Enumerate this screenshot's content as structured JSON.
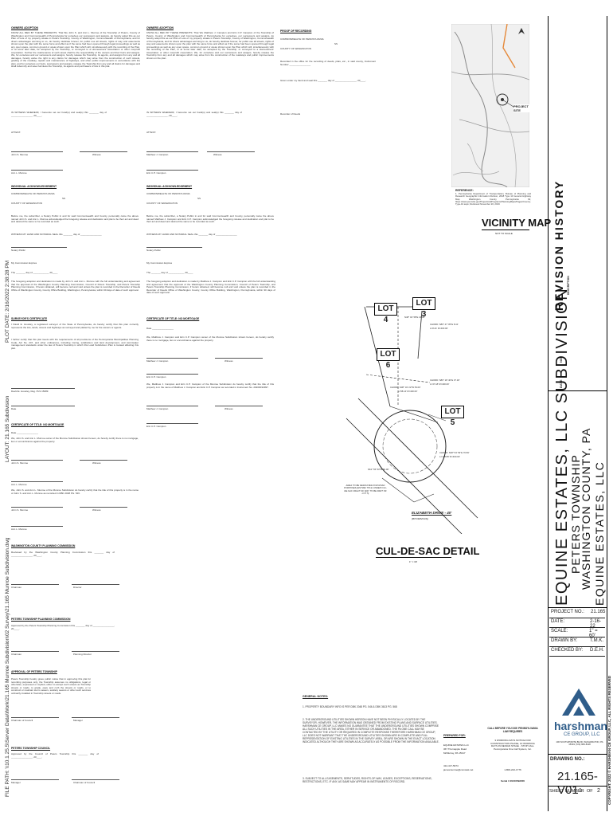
{
  "col1": {
    "owners_adoption_heading": "OWNERS ADOPTION",
    "owners_adoption_text": "KNOW ALL MEN BY THESE PRESENTS: That We John S. and Ann L. Munroe of the Township of Peters, County of Washington and Commonwealth of Pennsylvania for ourselves our successors and assigns, do hereby adopt this as our Plan of Lots of my property situate in Peters Township, County of Washington, Commonwealth of Pennsylvania, and for divers advantages accruing to us, do hereby dedicate forever, for public use all streets, rights of way and easements shown upon the plan with the same force and effect as if the same had been opened through legal proceedings as well as any open space, common ground or areas shown upon the Plan which will, simultaneously with the recording of the Plan, or at some later date, be accepted by the Township, or conveyed to a Homeowners' Association or other nonprofit corporation. Further the maintenance of such areas shall be the responsibility of the owners and their heirs and assigns. We, for ourselves and our successors and assigns, hereby release the Township, its agents, and assigns from any and all damages, hereby waive the right to any claims for damages which may arise from the construction of such streets, grading of the roadway, repairs and maintenance of highways, and other public improvements in accordance with the plan, and for ourselves our heirs, successors and assigns, release the Township from any and all claims for damages and shall indemnify and save harmless the Township, its agents and purchasers of lots in this plat.",
    "in_witness": "IN WITNESS WHEREOF, I hereunto set our hand(s) and seal(s) this _______ day of ________________, 20____.",
    "attest": "ATTEST:",
    "sig1": "John S. Munroe",
    "witness1": "Witness",
    "sig2": "Ann L. Munroe",
    "individual_ack_heading": "INDIVIDUAL ACKNOWLEDGEMENT",
    "commonwealth": "COMMONWEALTH OF PENNSYLVANIA",
    "ss": "SS",
    "county": "COUNTY OF WASHINGTON",
    "ack_text": "Before me, the subscriber, a Notary Public in and for said Commonwealth and County, personally came the above named John S. and Ann L. Munroe acknowledged the foregoing release and dedication and plat to be their act and deed and desired the same to be recorded as such.",
    "witness_hand": "WITNESS MY HAND AND NOTARIAL SEAL this _______ day of ________________",
    "notary_public": "Notary Public",
    "my_commission": "My Commission Expires",
    "the_day": "The _______ day of ____________ 20____",
    "foregoing_text": "The foregoing adoption and dedication is made by John S. and Ann L. Munroe with the full understanding and agreement that the approval of the Washington County Planning Commission, Council of Peters Township, and Peters Township Planning Commission, if herein obtained, will become null and void unless the plan is recorded in the Recorder of Deeds Office of Washington County, County Office Building, Washington, Pennsylvania, within 90 days of date of such approval.",
    "surveyors_heading": "SURVEYOR'S CERTIFICATE",
    "surveyors_text": "I David E. Housley, a registered surveyor of the State of Pennsylvania, do hereby certify that this plan correctly represents the lots, lands, streets and highways as surveyed and platted by me for the owners or agents.",
    "surveyors_text2": "I further certify that this plat meets with the requirements of all provisions of the Pennsylvania Municipalities Planning Code, Act No. 247, and other ordinances, including zoning, subdivision and land development, and stormwater management standards under the law of Peters Township in which this Land Subdivision Plan is located affecting this plat.",
    "surveyor_sig": "David E. Housley, Reg. PLS 15089",
    "date_label": "Date",
    "cert_title_heading": "CERTIFICATE OF TITLE: NO MORTGAGE",
    "cert_title_date": "Date ________________",
    "cert_title_text": "We, John S. and Ann L. Munroe owner of the Munroe Subdivision shown hereon, do hereby certify there is no mortgage, lien or encumbrance against the property.",
    "sig3": "John S. Munroe",
    "witness3": "Witness",
    "sig4": "Ann L. Munroe",
    "cert_title_text2": "We, John S. and Ann L. Munroe of the Munroe Subdivision do hereby certify that the title of this property is in the name of John S. and Ann L. Munroe as recorded in DBK 2048 PG. 546.",
    "sig5": "John S. Munroe",
    "witness5": "Witness",
    "sig6": "Ann L. Munroe",
    "wcpc_heading": "WASHINGTON COUNTY PLANNING COMMISSION",
    "wcpc_text": "Reviewed by the Washington County Planning Commission this _______ day of ________________, 20____.",
    "chairman": "Chairman",
    "director": "Director",
    "ptpc_heading": "PETERS TOWNSHIP PLANNING COMMISSION",
    "ptpc_text": "Approved by the Peters Township Planning Commission this _______ day of ________________, 20____.",
    "chairman2": "Chairman",
    "planning_director": "Planning Director",
    "approval_heading": "APPROVAL OF PETERS TOWNSHIP",
    "approval_text": "Peters Township hereby gives public notice that in approving this plat for recording purposes only, the Township assumes no obligations, legal or otherwise, expressed or implied, either to accept such streets as Township streets or roads, to grade, pave and curb the streets or roads, or to construct or maintain storm sewers, sanitary sewers or other such services ordinarily installed in Township streets or roads.",
    "chairman_council": "Chairman of Council",
    "manager": "Manager",
    "ptc_heading": "PETERS TOWNSHIP COUNCIL",
    "ptc_text": "Approved by the Council of Peters Township this _______ day of ________________, 20____.",
    "manager2": "Manager",
    "chairman_council2": "Chairman of Council"
  },
  "col2": {
    "owners_adoption_heading": "OWNERS ADOPTION",
    "owners_adoption_text": "KNOW ALL MEN BY THESE PRESENTS: That We Matthew J. Campion and Erin C.P. Campion of the Township of Peters, County of Washington and Commonwealth of Pennsylvania for ourselves, our successors and assigns, do hereby adopt this as our Plan of Lots of my property situate in Peters Township, County of Washington, Commonwealth of Pennsylvania, and for divers advantages accruing to us, do hereby dedicate forever, for public use all streets, rights of way and easements shown upon the plan with the same force and effect as if the same had been opened through legal proceedings as well as any open space, common ground or areas shown upon the Plan which will, simultaneously with the recording of the Plan, or at some later date, be accepted by the Township, or conveyed to a Homeowners' Association or other nonprofit corporation. We, for ourselves and our successors and assigns, hereby release the Township from any and all damages which may arise from the construction of the roadways and public improvements shown on the plan.",
    "in_witness": "IN WITNESS WHEREOF, I hereunto set our hand(s) and seal(s) this _______ day of ________________, 20____.",
    "attest": "ATTEST:",
    "sig1": "Matthew J. Campion",
    "witness1": "Witness",
    "sig2": "Erin C.P. Campion",
    "individual_ack_heading": "INDIVIDUAL ACKNOWLEDGEMENT",
    "commonwealth": "COMMONWEALTH OF PENNSYLVANIA",
    "ss": "SS",
    "county": "COUNTY OF WASHINGTON",
    "ack_text": "Before me, the subscriber, a Notary Public in and for said Commonwealth and County, personally came the above named Matthew J. Campion and Erin C.P. Campion acknowledged the foregoing release and dedication and plat to be their act and deed and desired the same to be recorded as such.",
    "witness_hand": "WITNESS MY HAND AND NOTARIAL SEAL this _______ day of ________________",
    "notary_public": "Notary Public",
    "my_commission": "My Commission Expires",
    "the_day": "The _______ day of ____________ 20____",
    "foregoing_text": "The foregoing adoption and dedication is made by Matthew J. Campion and Erin C.P. Campion with the full understanding and agreement that the approval of the Washington County Planning Commission, Council of Peters Township, and Peters Township Planning Commission, if herein obtained, will become null and void unless the plan is recorded in the Recorder of Deeds Office of Washington County, County Office Building, Washington, Pennsylvania, within 90 days of date of such approval.",
    "cert_title_heading": "CERTIFICATE OF TITLE: NO MORTGAGE",
    "cert_title_date": "Date ________________",
    "cert_title_text": "We, Matthew J. Campion and Erin C.P. Campion owner of the Munroe Subdivision shown hereon, do hereby certify there is no mortgage, lien or encumbrance against the property.",
    "sig3": "Matthew J. Campion",
    "witness3": "Witness",
    "sig4": "Erin C.P. Campion",
    "cert_title_text2": "We, Matthew J. Campion and Erin C.P. Campion of the Munroe Subdivision do hereby certify that the title of this property is in the name of Matthew J. Campion and Erin C.P. Campion as recorded in Instrument No. 20200032997.",
    "sig5": "Matthew J. Campion",
    "witness5": "Witness",
    "sig6": "Erin C.P. Campion"
  },
  "col3": {
    "proof_heading": "PROOF OF RECORDING",
    "commonwealth": "COMMONWEALTH OF PENNSYLVANIA",
    "ss": "SS",
    "county": "COUNTY OF WASHINGTON",
    "recorded_text": "Recorded in the office for the recording of deeds, plats, etc., in said county, Instrument Number ________________",
    "given_text": "Given under my hand and seal this _______ day of ________________, 20____.",
    "recorder": "Recorder of Deeds"
  },
  "vicinity": {
    "project_site": "PROJECT SITE",
    "reference_heading": "REFERENCE:",
    "reference_text": "1. Pennsylvania Department of Transportation, Bureau of Planning and Research Geographic Information Division, 2018 Type 10 General Highway Map Washington County Pennsylvania 62; https://www.penndot.gov/ProjectAndPrograms/PlanningMaps/Pages/County-Type-10.aspx; Retrieved November 20, 2019",
    "title": "VICINITY MAP",
    "scale": "NOT TO SCALE"
  },
  "detail": {
    "lot4": "LOT 4",
    "lot3": "LOT 3",
    "lot6": "LOT 6",
    "lot5": "LOT 5",
    "bearing1": "N48° 04' 58\"E 40.00'",
    "chord1": "CHORD: S86° 47' 05\"E 8.41'",
    "chord1b": "L=8.41' R=400.00'",
    "chord2": "CHORD: N38° 34' 22\"W 53.00'",
    "chord2b": "L=58.14' R=400.00'",
    "chord3": "CHORD: S86° 18' 40\"E 37.18'",
    "chord3b": "L=37.18' R=400.00'",
    "chord4": "CHORD: S38° 54' 53\"E 70.83'",
    "chord4b": "L=138.86' R=400.00'",
    "bearing2": "N61° 55' 53\"W 50.00'",
    "dedicate": "AREA TO BE DEDICATED FOR ROAD PURPOSES (ENTIRE TITLE UNDER CUL-DE-SAC RIGHT OF WAY TO BE PART OF LOT 5)",
    "elizabeth": "ELIZABETH DRIVE - 40'",
    "bituminous": "(BITUMINOUS)",
    "title": "CUL-DE-SAC DETAIL",
    "scale": "1\" = 30'"
  },
  "notes": {
    "heading": "GENERAL NOTES:",
    "n1": "1. PROPERTY BOUNDARY INFO IS PER DBK 2048 PG. 546 & DBK 3613 PG. 568",
    "n2": "2. THE UNDERGROUND UTILITIES SHOWN HEREON HAVE NOT BEEN PHYSICALLY LOCATED BY THE SURVEYOR, HOWEVER, THE INFORMATION WAS OBTAINED FROM EXISTING PLANS AND SURFACE UTILITIES. HARSHMAN CE GROUP, LLC MAKES NO GUARANTEE THAT THE UNDERGROUND UTILITIES SHOWN COMPRISE ALL SUCH UTILITIES IN THE AREA, EITHER IN SERVICE OR ABANDONED. THE PA ONE CALL MAY BE CONTACTED BY THE UTILITY OR REQUIRED IN COMPLETE RESPONSE THEREFORE HARSHMAN CE GROUP, LLC DOES NOT WARRANT THAT THE UNDERGROUND UTILITIES SHOWN ARE IN COMPLETE AND FULL REPRESENTATION OF EXISTING UTILITIES IN THE SURVEY AREA, OR ARE SHOWN IN THE EXACT LOCATION INDICATED ALTHOUGH THEY ARE SHOWN AS ACCURATELY AS POSSIBLE FROM THE INFORMATION AVAILABLE.",
    "n3": "3. SUBJECT TO ALL EASEMENTS, SERVITUDES, RIGHTS-OF-WAY, LEASES, EXCEPTIONS, RESERVATIONS, RESTRICTIONS, ETC. IF ANY, AS SAME MAY APPEAR IN INSTRUMENTS OF RECORD.",
    "prepared_for": "PREPARED FOR:",
    "client": "EQUINE ESTATES LLC",
    "client_addr1": "367 Thornapple Road",
    "client_addr2": "McMurray, PA 15317",
    "client_phone": "412-417-5974",
    "client_email": "jamesmunroe@comcast.net",
    "call_before": "CALL BEFORE YOU DIG! PENNSYLVANIA LAW REQUIRES",
    "call_text": "3 WORKING DAYS NOTICE FOR CONSTRUCTION PHASE, 10 WORKING DAYS IN DESIGN STAGE - STOP CALL Pennsylvania One Call System, Inc.",
    "call_phone": "1-800-242-1776",
    "serial": "Serial # 20210592206"
  },
  "right_strip": {
    "plot_date": "PLOT DATE: 2/16/2022 2:38:28 PM",
    "layout": "LAYOUT: 21.165 Subdivision",
    "file_path": "FILE PATH: \\\\10.1.25.5\\Server Data\\Work\\21.165 Munroe Subdivision\\02 Survey\\21.165 Munroe Subdivision.dwg",
    "revision_history": "REVISION HISTORY",
    "description": "DESCRIPTION",
    "date_col": "DATE",
    "no_col": "NO."
  },
  "title_block": {
    "project_name": "EQUINE ESTATES, LLC SUBDIVISION",
    "location1": "PETERS TOWNSHIP",
    "location2": "WASHINGTON COUNTY, PA",
    "owner": "EQUINE ESTATES, LLC",
    "project_no_label": "PROJECT NO.:",
    "project_no": "21.165",
    "date_label": "DATE:",
    "date": "2-16-22",
    "scale_label": "SCALE:",
    "scale": "1\" = 60'",
    "drawn_label": "DRAWN BY:",
    "drawn": "T.M.K.",
    "checked_label": "CHECKED BY:",
    "checked": "D.E.H.",
    "logo_name": "harshman",
    "logo_sub": "CE GROUP, LLC",
    "company_addr": "100 SOUTHPOINTE BLVD, WASHINGTON, PA 15301 (724) 969-8118",
    "drawing_no_label": "DRAWING NO.:",
    "drawing_no": "21.165-V01",
    "sheet_label": "SHEET NUMBER",
    "sheet_num": "1",
    "sheet_of": "OF",
    "sheet_total": "2",
    "copyright": "COPYRIGHT: 2022 © HARSHMAN CE GROUP, LLC, ALL RIGHTS RESERVED"
  }
}
